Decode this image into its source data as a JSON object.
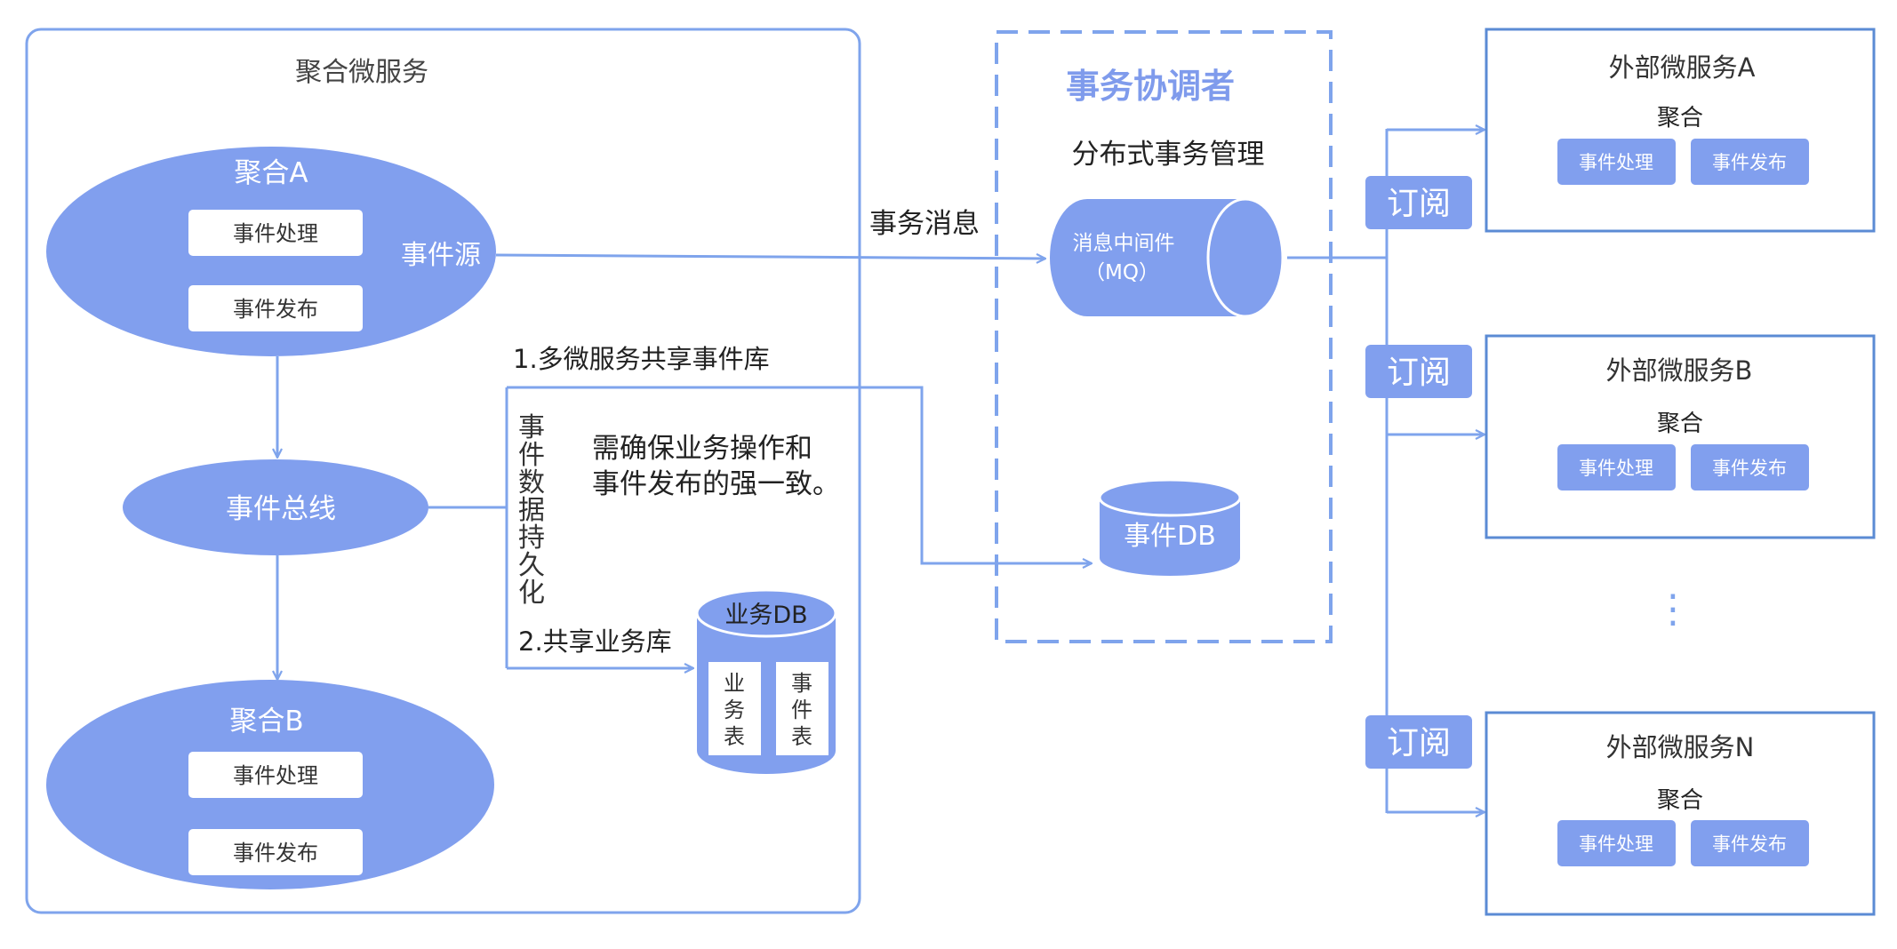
{
  "left_panel": {
    "title": "聚合微服务",
    "aggregate_a": {
      "title": "聚合A",
      "item1": "事件处理",
      "item2": "事件发布",
      "source": "事件源"
    },
    "event_bus": "事件总线",
    "aggregate_b": {
      "title": "聚合B",
      "item1": "事件处理",
      "item2": "事件发布"
    },
    "vertical_label": [
      "事",
      "件",
      "数",
      "据",
      "持",
      "久",
      "化"
    ],
    "note": [
      "需确保业务操作和",
      "事件发布的强一致。"
    ],
    "option1": "1.多微服务共享事件库",
    "option2": "2.共享业务库",
    "business_db": {
      "title": "业务DB",
      "table1": [
        "业",
        "务",
        "表"
      ],
      "table2": [
        "事",
        "件",
        "表"
      ]
    }
  },
  "coordinator": {
    "title": "事务协调者",
    "subtitle": "分布式事务管理",
    "mq_label": "消息中间件",
    "mq_sub": "（MQ）",
    "event_db": "事件DB"
  },
  "message_label": "事务消息",
  "subscribe_label": "订阅",
  "external_services": [
    {
      "title": "外部微服务A",
      "aggregate": "聚合",
      "btn1": "事件处理",
      "btn2": "事件发布"
    },
    {
      "title": "外部微服务B",
      "aggregate": "聚合",
      "btn1": "事件处理",
      "btn2": "事件发布"
    },
    {
      "title": "外部微服务N",
      "aggregate": "聚合",
      "btn1": "事件处理",
      "btn2": "事件发布"
    }
  ],
  "ellipsis": "⋮",
  "colors": {
    "fill": "#819FEE",
    "border": "#5B8BD4",
    "line": "#7FA4EC",
    "accent_text": "#7F9BEC",
    "text": "#333333"
  }
}
